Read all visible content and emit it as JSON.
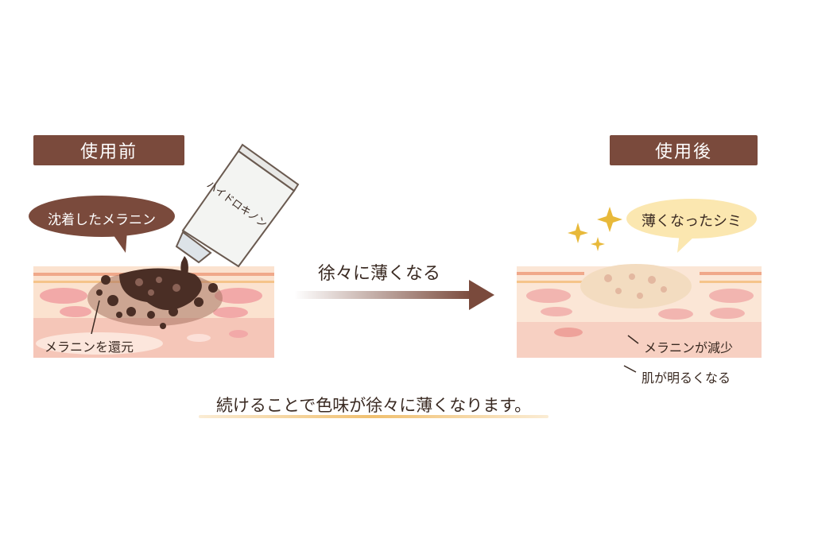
{
  "before": {
    "label": "使用前",
    "bubble": "沈着したメラニン",
    "tube_text": "ハイドロキノン",
    "annotation": "メラニンを還元"
  },
  "middle": {
    "arrow_label": "徐々に薄くなる"
  },
  "after": {
    "label": "使用後",
    "bubble": "薄くなったシミ",
    "annotations": [
      "メラニンが減少",
      "肌が明るくなる"
    ]
  },
  "caption": "続けることで色味が徐々に薄くなります。",
  "colors": {
    "label_bg": "#7a4a3c",
    "dark_bubble": "#7a4a3c",
    "light_bubble": "#fbe7b0",
    "sparkle": "#e8b93a",
    "arrow": "#7a4a3c",
    "underline": "#f0c070"
  }
}
